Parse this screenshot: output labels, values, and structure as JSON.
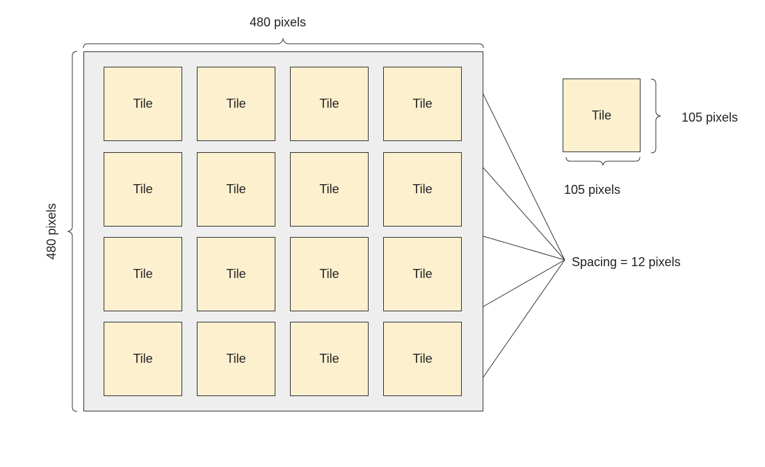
{
  "diagram": {
    "width_label": "480 pixels",
    "height_label": "480 pixels",
    "tile_width_label": "105 pixels",
    "tile_height_label": "105 pixels",
    "spacing_label": "Spacing = 12 pixels",
    "sample_tile_label": "Tile",
    "grid": {
      "rows": 4,
      "cols": 4,
      "tile_label": "Tile"
    },
    "colors": {
      "board_background": "#eeeeee",
      "tile_fill": "#fdf0cf",
      "stroke": "#333333"
    }
  }
}
